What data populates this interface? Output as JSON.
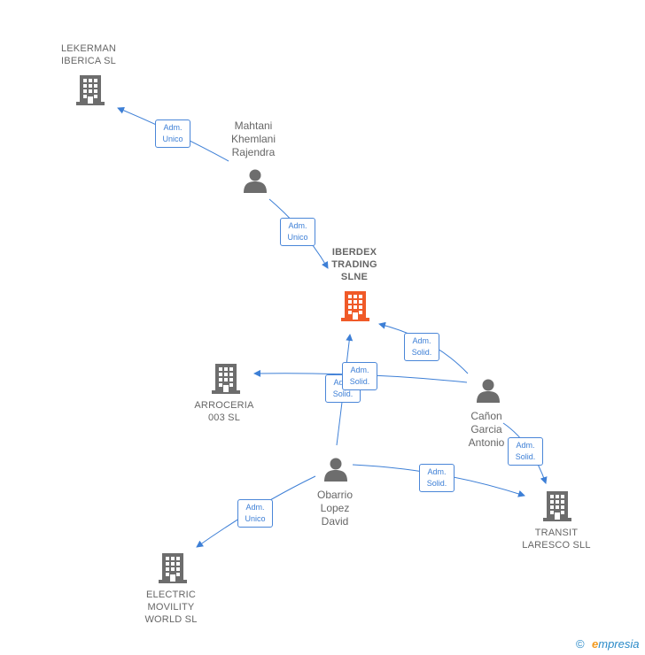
{
  "nodes": {
    "lekerman": {
      "lines": [
        "LEKERMAN",
        "IBERICA SL"
      ],
      "kind": "company"
    },
    "iberdex": {
      "lines": [
        "IBERDEX",
        "TRADING",
        "SLNE"
      ],
      "kind": "company-focus"
    },
    "arroceria": {
      "lines": [
        "ARROCERIA",
        "003 SL"
      ],
      "kind": "company"
    },
    "electric": {
      "lines": [
        "ELECTRIC",
        "MOVILITY",
        "WORLD SL"
      ],
      "kind": "company"
    },
    "transit": {
      "lines": [
        "TRANSIT",
        "LARESCO SLL"
      ],
      "kind": "company"
    },
    "mahtani": {
      "lines": [
        "Mahtani",
        "Khemlani",
        "Rajendra"
      ],
      "kind": "person"
    },
    "canon": {
      "lines": [
        "Cañon",
        "Garcia",
        "Antonio"
      ],
      "kind": "person"
    },
    "obarrio": {
      "lines": [
        "Obarrio",
        "Lopez",
        "David"
      ],
      "kind": "person"
    }
  },
  "edges": [
    {
      "id": "mahtani-lekerman",
      "lines": [
        "Adm.",
        "Unico"
      ]
    },
    {
      "id": "mahtani-iberdex",
      "lines": [
        "Adm.",
        "Unico"
      ]
    },
    {
      "id": "canon-iberdex",
      "lines": [
        "Adm.",
        "Solid."
      ]
    },
    {
      "id": "canon-arroceria",
      "lines": [
        "Adm.",
        "Solid."
      ]
    },
    {
      "id": "obarrio-iberdex",
      "lines": [
        "Adm.",
        "Solid."
      ]
    },
    {
      "id": "canon-transit",
      "lines": [
        "Adm.",
        "Solid."
      ]
    },
    {
      "id": "obarrio-transit",
      "lines": [
        "Adm.",
        "Solid."
      ]
    },
    {
      "id": "obarrio-electric",
      "lines": [
        "Adm.",
        "Unico"
      ]
    }
  ],
  "footer": {
    "copyright": "©",
    "brand_first": "e",
    "brand_rest": "mpresia"
  },
  "colors": {
    "edge": "#3d7fd6",
    "company": "#6d6d6d",
    "focus": "#f05a28",
    "person": "#6d6d6d"
  }
}
